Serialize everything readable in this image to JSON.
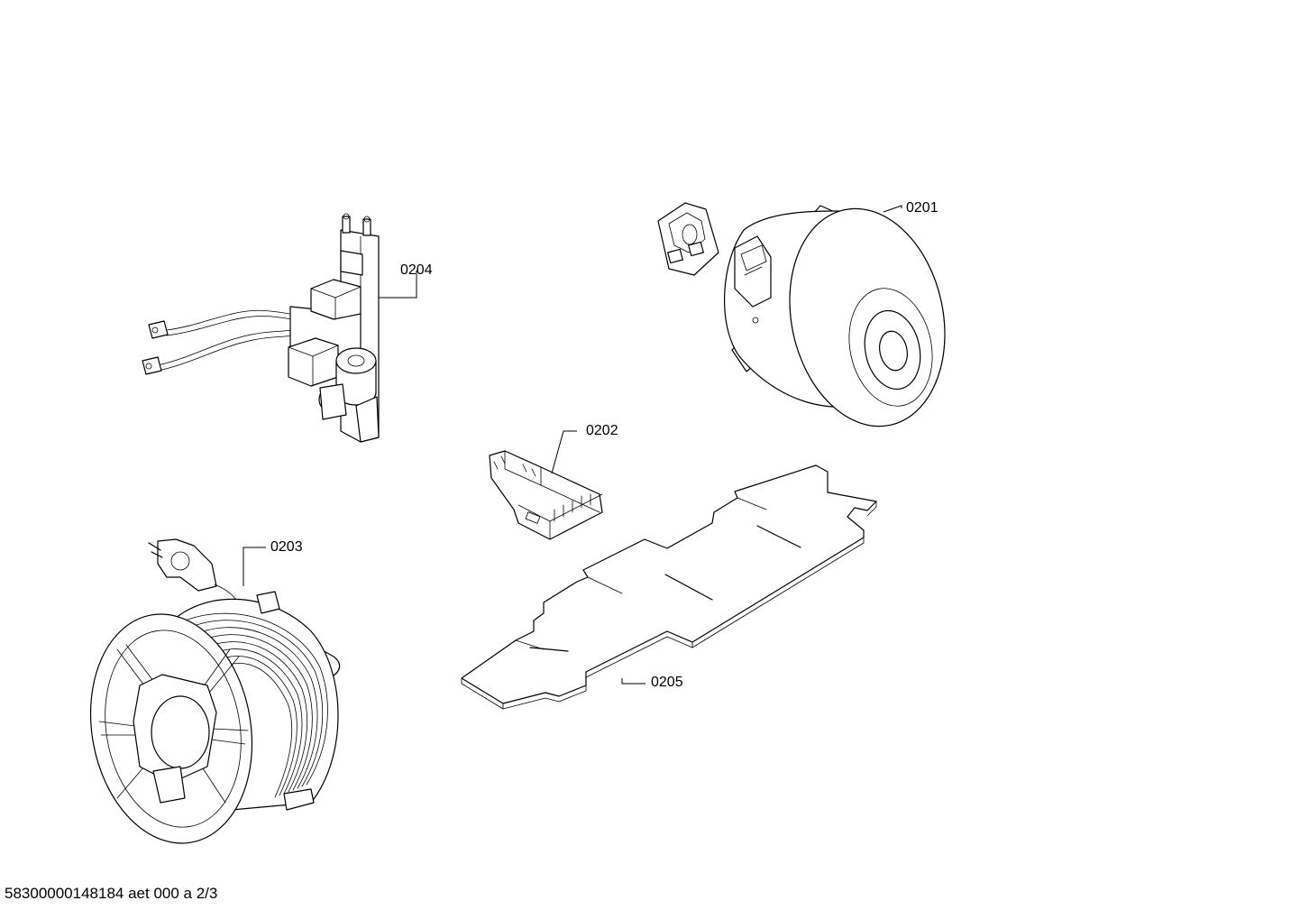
{
  "callouts": {
    "motor": "0201",
    "connector": "0202",
    "cable_reel": "0203",
    "switch_board": "0204",
    "insulation_plate": "0205"
  },
  "footer": {
    "document_id": "58300000148184 aet 000 a 2/3"
  }
}
